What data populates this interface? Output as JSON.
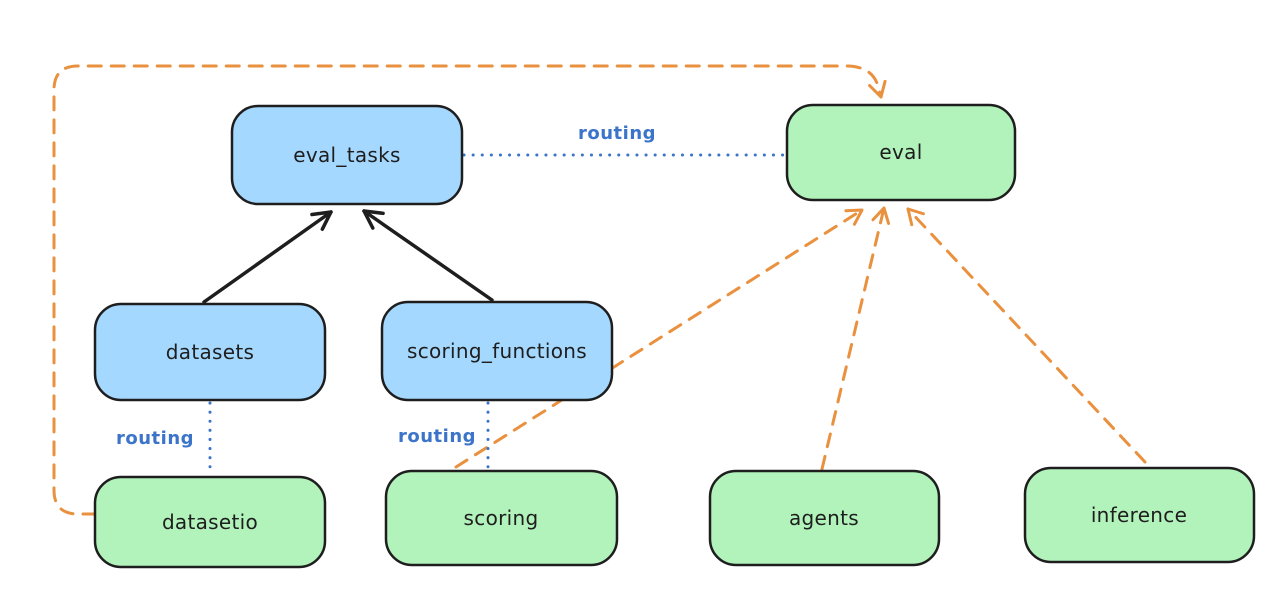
{
  "diagram": {
    "title": "llama-stack eval APIs and provider routing diagram",
    "colors": {
      "background": "#ffffff",
      "api_fill": "#a5d8ff",
      "provider_fill": "#b2f2bb",
      "node_stroke": "#1e1e1e",
      "node_text": "#1e1e1e",
      "routing_blue": "#3b74c9",
      "dependency_orange": "#e9913e",
      "arrow_black": "#1e1e1e"
    },
    "nodes": {
      "eval_tasks": {
        "label": "eval_tasks"
      },
      "eval": {
        "label": "eval"
      },
      "datasets": {
        "label": "datasets"
      },
      "scoring_functions": {
        "label": "scoring_functions"
      },
      "datasetio": {
        "label": "datasetio"
      },
      "scoring": {
        "label": "scoring"
      },
      "agents": {
        "label": "agents"
      },
      "inference": {
        "label": "inference"
      }
    },
    "edge_labels": {
      "routing_eval_tasks_to_eval": "routing",
      "routing_datasets_to_datasetio": "routing",
      "routing_scoring_functions_to_scoring": "routing"
    },
    "edges": [
      {
        "from": "datasets",
        "to": "eval_tasks",
        "style": "solid-black-arrow"
      },
      {
        "from": "scoring_functions",
        "to": "eval_tasks",
        "style": "solid-black-arrow"
      },
      {
        "from": "eval_tasks",
        "to": "eval",
        "style": "blue-dotted",
        "label": "routing"
      },
      {
        "from": "datasets",
        "to": "datasetio",
        "style": "blue-dotted",
        "label": "routing"
      },
      {
        "from": "scoring_functions",
        "to": "scoring",
        "style": "blue-dotted",
        "label": "routing"
      },
      {
        "from": "datasetio",
        "to": "eval",
        "style": "orange-dashed-arrow"
      },
      {
        "from": "scoring",
        "to": "eval",
        "style": "orange-dashed-arrow"
      },
      {
        "from": "agents",
        "to": "eval",
        "style": "orange-dashed-arrow"
      },
      {
        "from": "inference",
        "to": "eval",
        "style": "orange-dashed-arrow"
      }
    ]
  }
}
